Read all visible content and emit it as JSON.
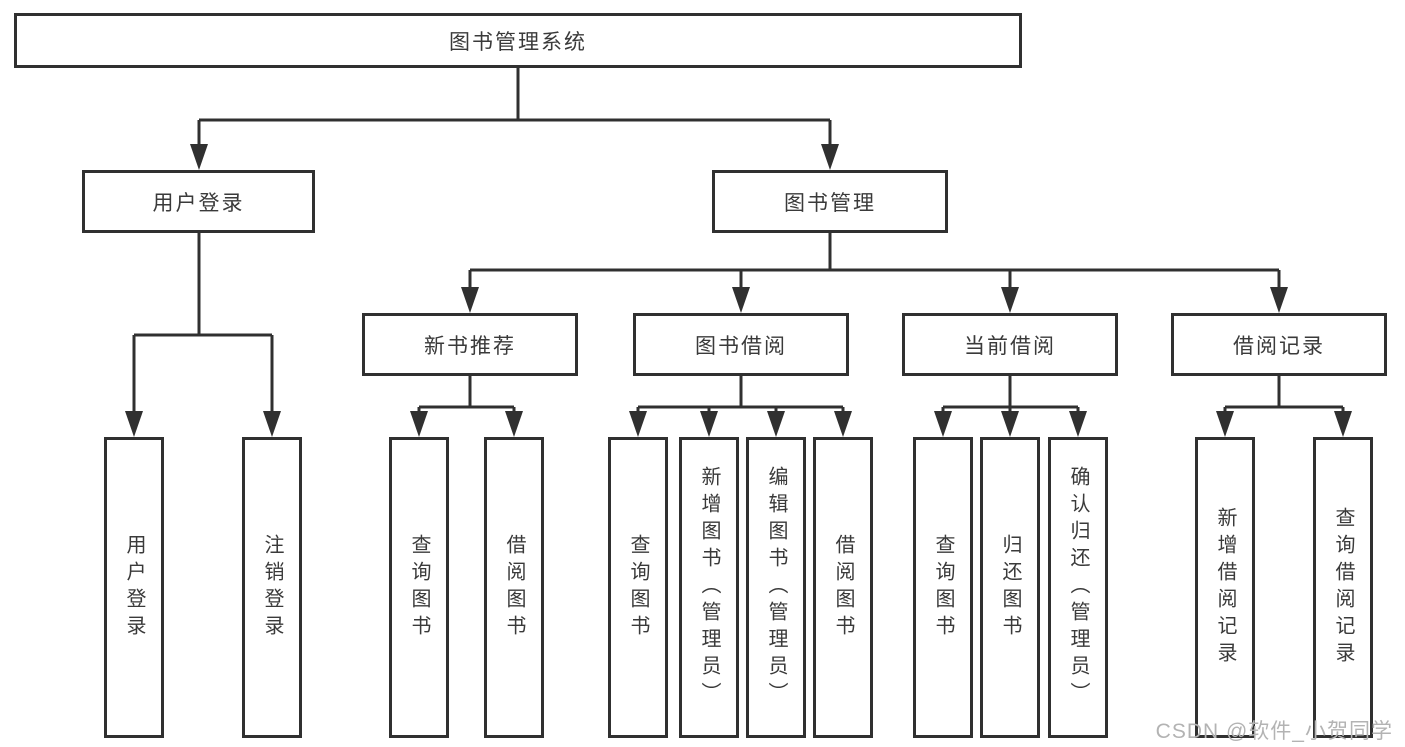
{
  "diagram": {
    "root": "图书管理系统",
    "user_login": {
      "label": "用户登录",
      "children": [
        "用户登录",
        "注销登录"
      ]
    },
    "book_mgmt": {
      "label": "图书管理",
      "groups": [
        {
          "label": "新书推荐",
          "children": [
            "查询图书",
            "借阅图书"
          ]
        },
        {
          "label": "图书借阅",
          "children": [
            "查询图书",
            "新增图书（管理员）",
            "编辑图书（管理员）",
            "借阅图书"
          ]
        },
        {
          "label": "当前借阅",
          "children": [
            "查询图书",
            "归还图书",
            "确认归还（管理员）"
          ]
        },
        {
          "label": "借阅记录",
          "children": [
            "新增借阅记录",
            "查询借阅记录"
          ]
        }
      ]
    }
  },
  "watermark": "CSDN @软件_小贺同学",
  "colors": {
    "line": "#303030",
    "text": "#3a3a3a",
    "box_background": "#ffffff",
    "watermark": "#b3b3b3",
    "background": "#ffffff"
  }
}
